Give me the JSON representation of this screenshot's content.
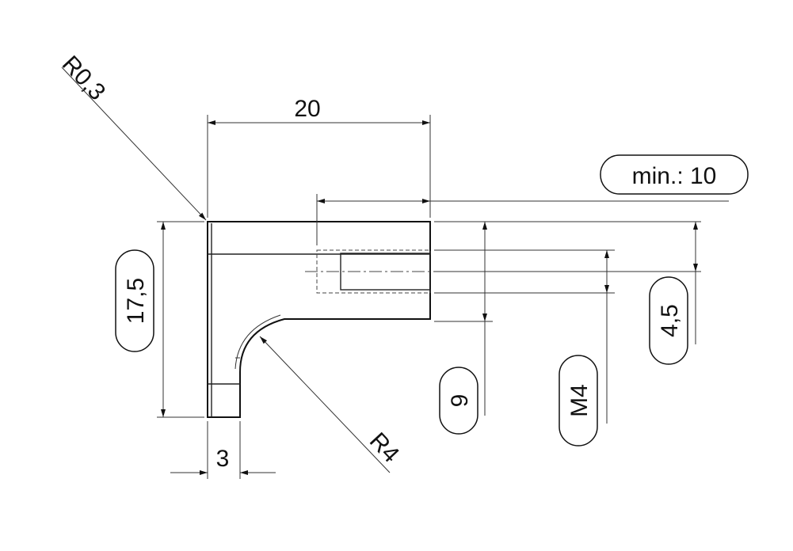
{
  "dimensions": {
    "radius_corner": "R0,3",
    "width_top": "20",
    "min_depth": "min.: 10",
    "height_total": "17,5",
    "hole_offset": "4,5",
    "hole_depth": "9",
    "thread": "M4",
    "radius_bend": "R4",
    "leg_thickness": "3"
  }
}
